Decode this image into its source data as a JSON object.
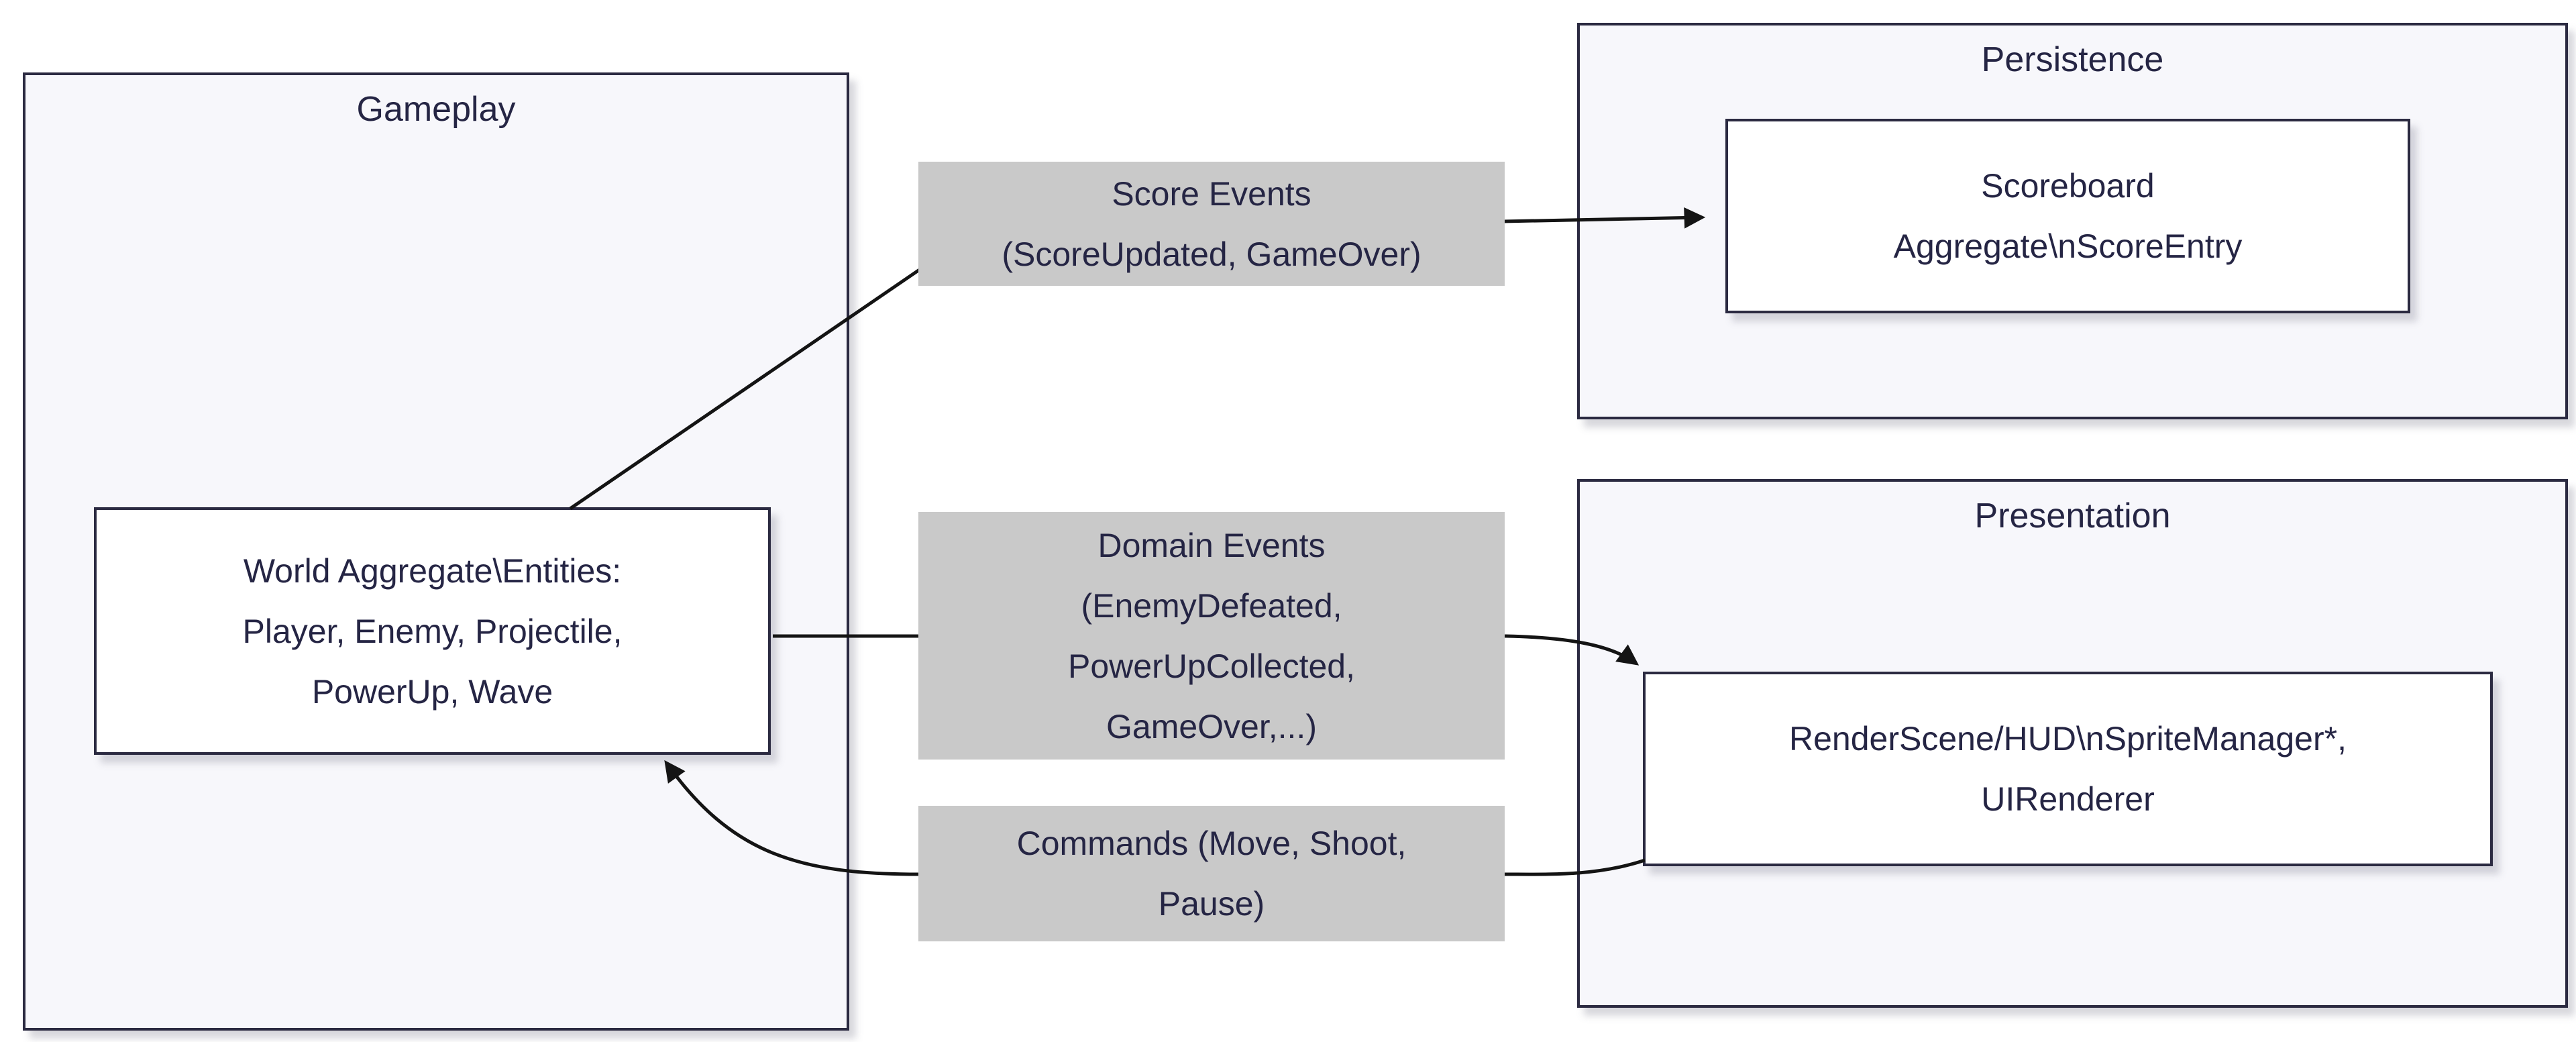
{
  "colors": {
    "container_fill": "#f7f7fb",
    "container_border": "#2b2a41",
    "node_fill": "#ffffff",
    "node_border": "#2b2a41",
    "edge_label_bg": "#c9c9c9",
    "arrow": "#141414",
    "text": "#252544"
  },
  "containers": {
    "gameplay": {
      "title": "Gameplay"
    },
    "persistence": {
      "title": "Persistence"
    },
    "presentation": {
      "title": "Presentation"
    }
  },
  "nodes": {
    "world_aggregate": {
      "label": "World Aggregate\\Entities:\nPlayer, Enemy, Projectile,\nPowerUp, Wave"
    },
    "scoreboard": {
      "label": "Scoreboard\nAggregate\\nScoreEntry"
    },
    "render_scene": {
      "label": "RenderScene/HUD\\nSpriteManager*,\nUIRenderer"
    }
  },
  "edges": {
    "score_events": {
      "label": "Score Events\n(ScoreUpdated, GameOver)",
      "from": "world_aggregate",
      "to": "scoreboard"
    },
    "domain_events": {
      "label": "Domain Events\n(EnemyDefeated,\nPowerUpCollected,\nGameOver,...)",
      "from": "world_aggregate",
      "to": "render_scene"
    },
    "commands": {
      "label": "Commands (Move, Shoot,\nPause)",
      "from": "render_scene",
      "to": "world_aggregate"
    }
  }
}
